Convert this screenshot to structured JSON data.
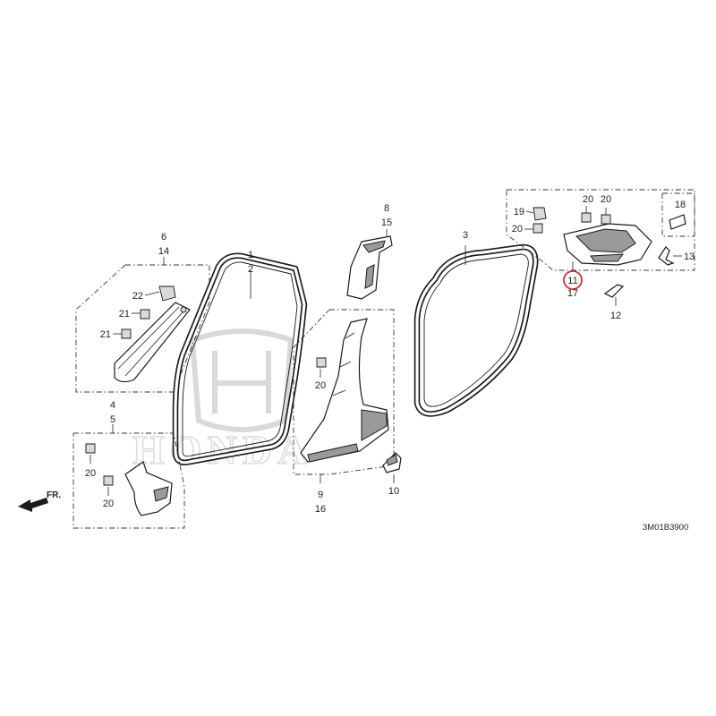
{
  "diagram": {
    "watermark": "HONDA",
    "figure_code": "3M01B3900",
    "direction_label": "FR.",
    "highlighted_callout": "11"
  },
  "callouts": {
    "c1": "1",
    "c2": "2",
    "c3": "3",
    "c4": "4",
    "c5": "5",
    "c6": "6",
    "c14": "14",
    "c8": "8",
    "c15": "15",
    "c9": "9",
    "c16": "16",
    "c10": "10",
    "c11": "11",
    "c17": "17",
    "c12": "12",
    "c13": "13",
    "c18": "18",
    "c19": "19",
    "c20_a": "20",
    "c20_b": "20",
    "c20_c": "20",
    "c20_d": "20",
    "c20_e": "20",
    "c20_f": "20",
    "c21_a": "21",
    "c21_b": "21",
    "c22": "22"
  },
  "colors": {
    "highlight": "#e01818",
    "line": "#1a1a1a",
    "watermark": "#d9d9d9"
  }
}
